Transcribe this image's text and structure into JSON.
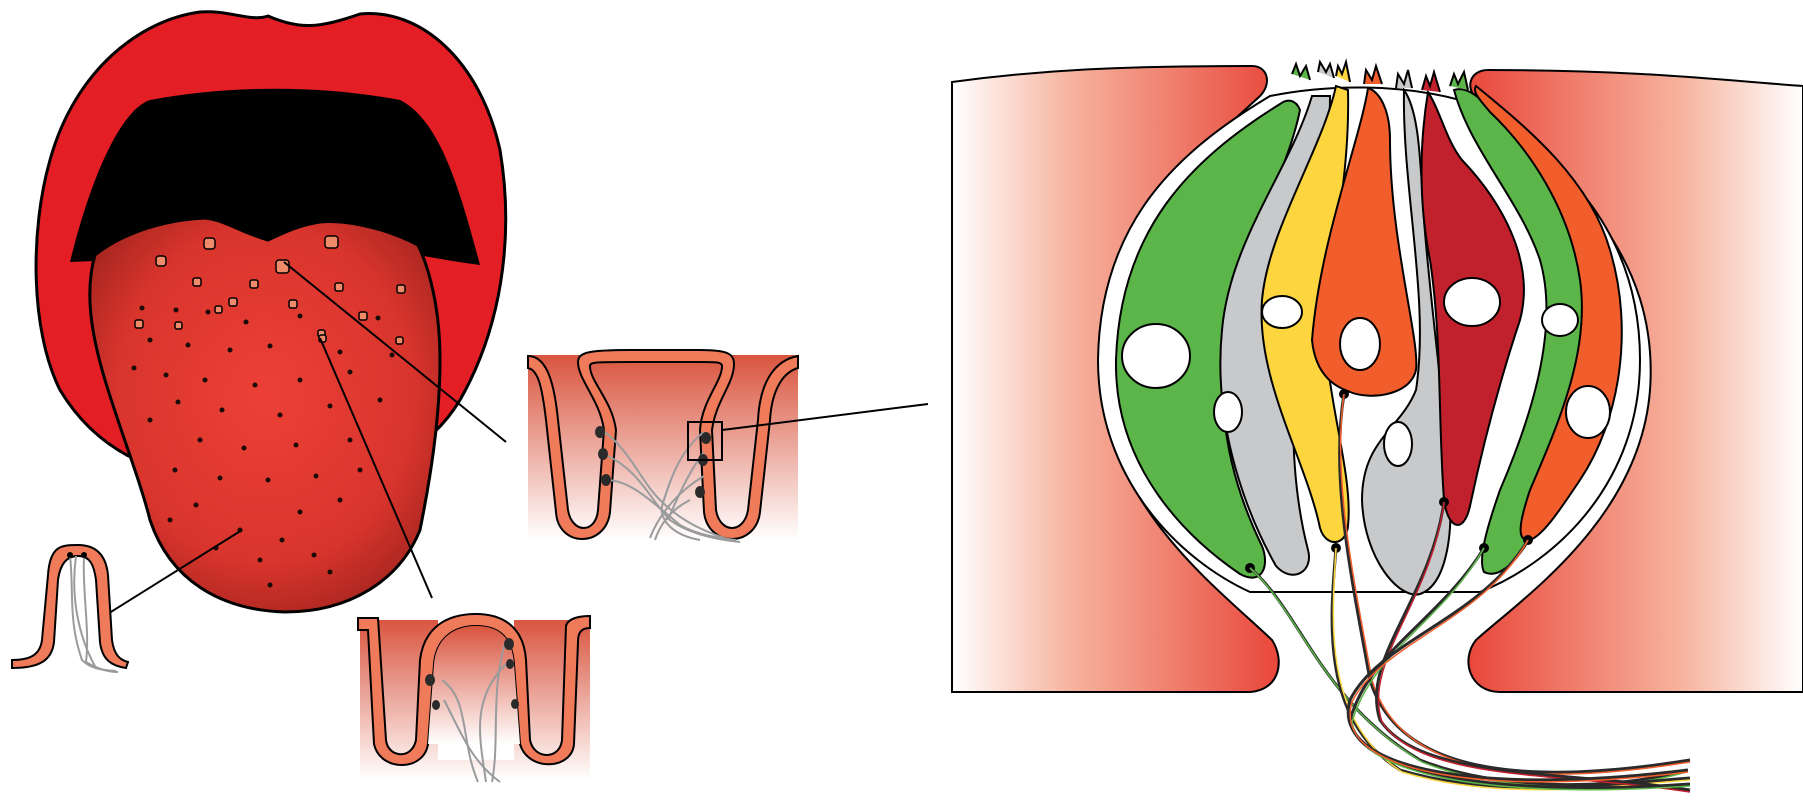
{
  "figure": {
    "panels": [
      {
        "id": "mouth-tongue",
        "items": [
          "lips",
          "mouth-cavity",
          "tongue",
          "papillae"
        ]
      },
      {
        "id": "filiform-papilla"
      },
      {
        "id": "fungiform-papilla"
      },
      {
        "id": "circumvallate-papilla"
      },
      {
        "id": "taste-bud"
      }
    ],
    "taste_bud_cells": [
      {
        "name": "green-cell",
        "color": "#5bb548"
      },
      {
        "name": "grey-cell",
        "color": "#c8c9cb"
      },
      {
        "name": "yellow-cell",
        "color": "#fcd53f"
      },
      {
        "name": "orange-cell",
        "color": "#f15d2b"
      },
      {
        "name": "red-cell",
        "color": "#c1202d"
      }
    ],
    "colors": {
      "lips": "#e41e25",
      "mouth": "#000000",
      "tongue": "#e63a33",
      "tongue_dark": "#b42a25",
      "epithelium": "#ef7b5a",
      "tissue": "#e9573f",
      "nerve": "#8e8f91"
    }
  }
}
